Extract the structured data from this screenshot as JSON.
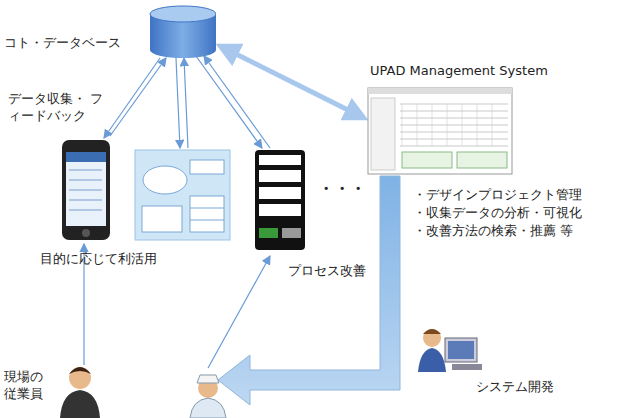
{
  "diagram": {
    "nodes": [
      {
        "text": [
          "コト・データベース"
        ]
      },
      {
        "text": [
          "UPAD Management System"
        ]
      }
    ],
    "edges": [
      {
        "from": 0,
        "to": 1,
        "arrow": "both"
      }
    ],
    "labels": [
      "データ収集・ フィードバック",
      "目的に応じて利活用",
      "プロセス改善",
      "現場の 従業員",
      "システム開発",
      "・デザインプロジェクト管理",
      "・収集データの分析・可視化",
      "・改善方法の検索・推薦 等",
      "・・・"
    ]
  }
}
